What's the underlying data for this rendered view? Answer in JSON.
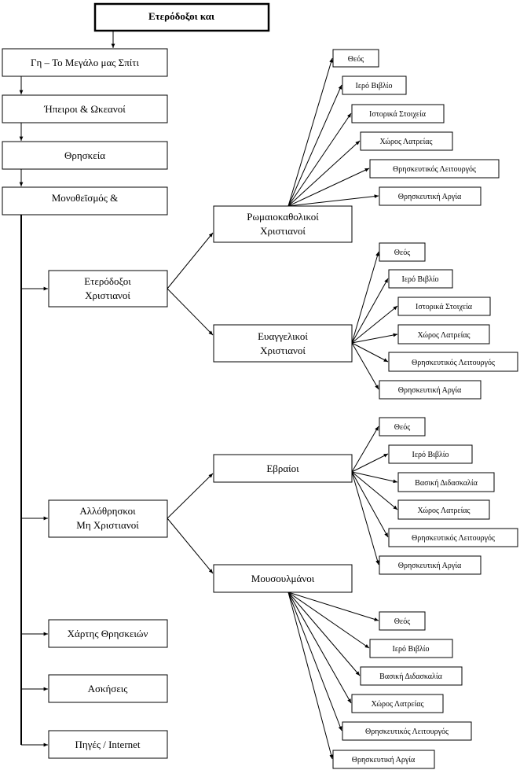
{
  "title": "Ετερόδοξοι και",
  "left_column": {
    "earth": "Γη – Το Μεγάλο μας Σπίτι",
    "continents": "Ήπειροι & Ωκεανοί",
    "religion": "Θρησκεία",
    "monotheism": "Μονοθεϊσμός &"
  },
  "branches": {
    "heterodox": [
      "Ετερόδοξοι",
      "Χριστιανοί"
    ],
    "non_christian": [
      "Αλλόθρησκοι",
      "Μη Χριστιανοί"
    ],
    "map": "Χάρτης Θρησκειών",
    "exercises": "Ασκήσεις",
    "sources": "Πηγές / Internet"
  },
  "groups": {
    "catholic": [
      "Ρωμαιοκαθολικοί",
      "Χριστιανοί"
    ],
    "evangelical": [
      "Ευαγγελικοί",
      "Χριστιανοί"
    ],
    "jews": "Εβραίοι",
    "muslims": "Μουσουλμάνοι"
  },
  "leaves": {
    "catholic": [
      "Θεός",
      "Ιερό Βιβλίο",
      "Ιστορικά Στοιχεία",
      "Χώρος Λατρείας",
      "Θρησκευτικός Λειτουργός",
      "Θρησκευτική Αργία"
    ],
    "evangelical": [
      "Θεός",
      "Ιερό Βιβλίο",
      "Ιστορικά Στοιχεία",
      "Χώρος Λατρείας",
      "Θρησκευτικός Λειτουργός",
      "Θρησκευτική Αργία"
    ],
    "jews": [
      "Θεός",
      "Ιερό Βιβλίο",
      "Βασική Διδασκαλία",
      "Χώρος Λατρείας",
      "Θρησκευτικός Λειτουργός",
      "Θρησκευτική Αργία"
    ],
    "muslims": [
      "Θεός",
      "Ιερό Βιβλίο",
      "Βασική Διδασκαλία",
      "Χώρος Λατρείας",
      "Θρησκευτικός Λειτουργός",
      "Θρησκευτική Αργία"
    ]
  }
}
